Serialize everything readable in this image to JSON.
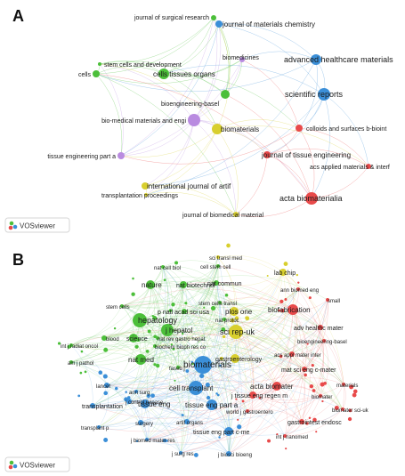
{
  "panels": [
    {
      "letter": "A",
      "badge": "VOSviewer",
      "nodes": [
        {
          "id": "jsr",
          "label": "journal of surgical research",
          "c": "g"
        },
        {
          "id": "jmc",
          "label": "journal of materials chemistry",
          "c": "b"
        },
        {
          "id": "scd",
          "label": "stem cells and development",
          "c": "g"
        },
        {
          "id": "bmed",
          "label": "biomedicines",
          "c": "p"
        },
        {
          "id": "ahm",
          "label": "advanced healthcare materials",
          "c": "b"
        },
        {
          "id": "cells",
          "label": "cells",
          "c": "g"
        },
        {
          "id": "cto",
          "label": "cells tissues organs",
          "c": "g"
        },
        {
          "id": "sr",
          "label": "scientific reports",
          "c": "b"
        },
        {
          "id": "bb",
          "label": "bioengineering-basel",
          "c": "g"
        },
        {
          "id": "bmme",
          "label": "bio-medical materials and engi",
          "c": "p"
        },
        {
          "id": "bmat",
          "label": "biomaterials",
          "c": "y"
        },
        {
          "id": "csfb",
          "label": "colloids and surfaces b-bioint",
          "c": "r"
        },
        {
          "id": "tepa",
          "label": "tissue engineering part a",
          "c": "p"
        },
        {
          "id": "jte",
          "label": "journal of tissue engineering",
          "c": "r"
        },
        {
          "id": "aami",
          "label": "acs applied materials & interf",
          "c": "r"
        },
        {
          "id": "ija",
          "label": "international journal of artif",
          "c": "y"
        },
        {
          "id": "tp",
          "label": "transplantation proceedings",
          "c": "y"
        },
        {
          "id": "ab",
          "label": "acta biomaterialia",
          "c": "r"
        },
        {
          "id": "jbm",
          "label": "journal of biomedical material",
          "c": "y"
        }
      ]
    },
    {
      "letter": "B",
      "badge": "VOSviewer",
      "nodes": [
        {
          "id": "stm",
          "label": "sci transl med",
          "c": "y"
        },
        {
          "id": "ncb",
          "label": "nat cell biol",
          "c": "g"
        },
        {
          "id": "csc",
          "label": "cell stem cell",
          "c": "g"
        },
        {
          "id": "lab",
          "label": "lab chip",
          "c": "y"
        },
        {
          "id": "nat",
          "label": "nature",
          "c": "g"
        },
        {
          "id": "nbt",
          "label": "nat biotechnol",
          "c": "g"
        },
        {
          "id": "ncom",
          "label": "nat commun",
          "c": "g"
        },
        {
          "id": "abe",
          "label": "ann biomed eng",
          "c": "r"
        },
        {
          "id": "scl",
          "label": "stem cells",
          "c": "g"
        },
        {
          "id": "sct",
          "label": "stem cells transl",
          "c": "g"
        },
        {
          "id": "small",
          "label": "small",
          "c": "r"
        },
        {
          "id": "pnas",
          "label": "p natl acad sci usa",
          "c": "g"
        },
        {
          "id": "plos",
          "label": "plos one",
          "c": "y"
        },
        {
          "id": "biofab",
          "label": "biofabrication",
          "c": "r"
        },
        {
          "id": "hep",
          "label": "hepatology",
          "c": "g"
        },
        {
          "id": "natprot",
          "label": "nat protoc",
          "c": "g"
        },
        {
          "id": "ahmb",
          "label": "adv healthc mater",
          "c": "r"
        },
        {
          "id": "jhep",
          "label": "j hepatol",
          "c": "g"
        },
        {
          "id": "srep",
          "label": "sci rep-uk",
          "c": "y"
        },
        {
          "id": "bbb",
          "label": "bioengineering-basel",
          "c": "r"
        },
        {
          "id": "ijro",
          "label": "int j radiat oncol",
          "c": "g"
        },
        {
          "id": "bld",
          "label": "blood",
          "c": "g"
        },
        {
          "id": "sci",
          "label": "science",
          "c": "g"
        },
        {
          "id": "nrgh",
          "label": "nat rev gastro hepat",
          "c": "g"
        },
        {
          "id": "bbrc",
          "label": "biochem bioph res co",
          "c": "g"
        },
        {
          "id": "aami2",
          "label": "acs appl mater inter",
          "c": "r"
        },
        {
          "id": "ajp",
          "label": "am j pathol",
          "c": "g"
        },
        {
          "id": "natmed",
          "label": "nat med",
          "c": "g"
        },
        {
          "id": "gastro",
          "label": "gastroenterology",
          "c": "y"
        },
        {
          "id": "biom",
          "label": "biomaterials",
          "c": "b"
        },
        {
          "id": "msec",
          "label": "mat sci eng c-mater",
          "c": "r"
        },
        {
          "id": "faseb",
          "label": "faseb j",
          "c": "g"
        },
        {
          "id": "lancet",
          "label": "lancet",
          "c": "b"
        },
        {
          "id": "cellt",
          "label": "cell transplant",
          "c": "b"
        },
        {
          "id": "actab",
          "label": "acta biomater",
          "c": "r"
        },
        {
          "id": "jcr",
          "label": "j control release",
          "c": "b"
        },
        {
          "id": "mats",
          "label": "materials",
          "c": "r"
        },
        {
          "id": "ansurg",
          "label": "ann surg",
          "c": "b"
        },
        {
          "id": "bmater",
          "label": "biomater",
          "c": "r"
        },
        {
          "id": "teng",
          "label": "tissue eng",
          "c": "b"
        },
        {
          "id": "tera",
          "label": "tissue eng part a",
          "c": "b"
        },
        {
          "id": "term",
          "label": "j tissue eng regen m",
          "c": "r"
        },
        {
          "id": "transpl",
          "label": "transplantation",
          "c": "b"
        },
        {
          "id": "wjg",
          "label": "world j gastroentero",
          "c": "r"
        },
        {
          "id": "bsci",
          "label": "biomater sci-uk",
          "c": "r"
        },
        {
          "id": "surg",
          "label": "surgery",
          "c": "b"
        },
        {
          "id": "transp",
          "label": "transplant p",
          "c": "b"
        },
        {
          "id": "artif",
          "label": "artif organs",
          "c": "b"
        },
        {
          "id": "ge",
          "label": "gastrointest endosc",
          "c": "r"
        },
        {
          "id": "terc",
          "label": "tissue eng part c-me",
          "c": "b"
        },
        {
          "id": "jbmr",
          "label": "j biomed mater res",
          "c": "b"
        },
        {
          "id": "ijnano",
          "label": "int j nanomed",
          "c": "r"
        },
        {
          "id": "jsurgres",
          "label": "j surg res",
          "c": "b"
        },
        {
          "id": "jbbio",
          "label": "j biosci bioeng",
          "c": "b"
        }
      ]
    }
  ],
  "colors": {
    "g": "#4cbf3a",
    "b": "#3b8fd8",
    "r": "#e84a4a",
    "y": "#d8cf2e",
    "p": "#b98be0",
    "c": "#4dd2d8"
  }
}
